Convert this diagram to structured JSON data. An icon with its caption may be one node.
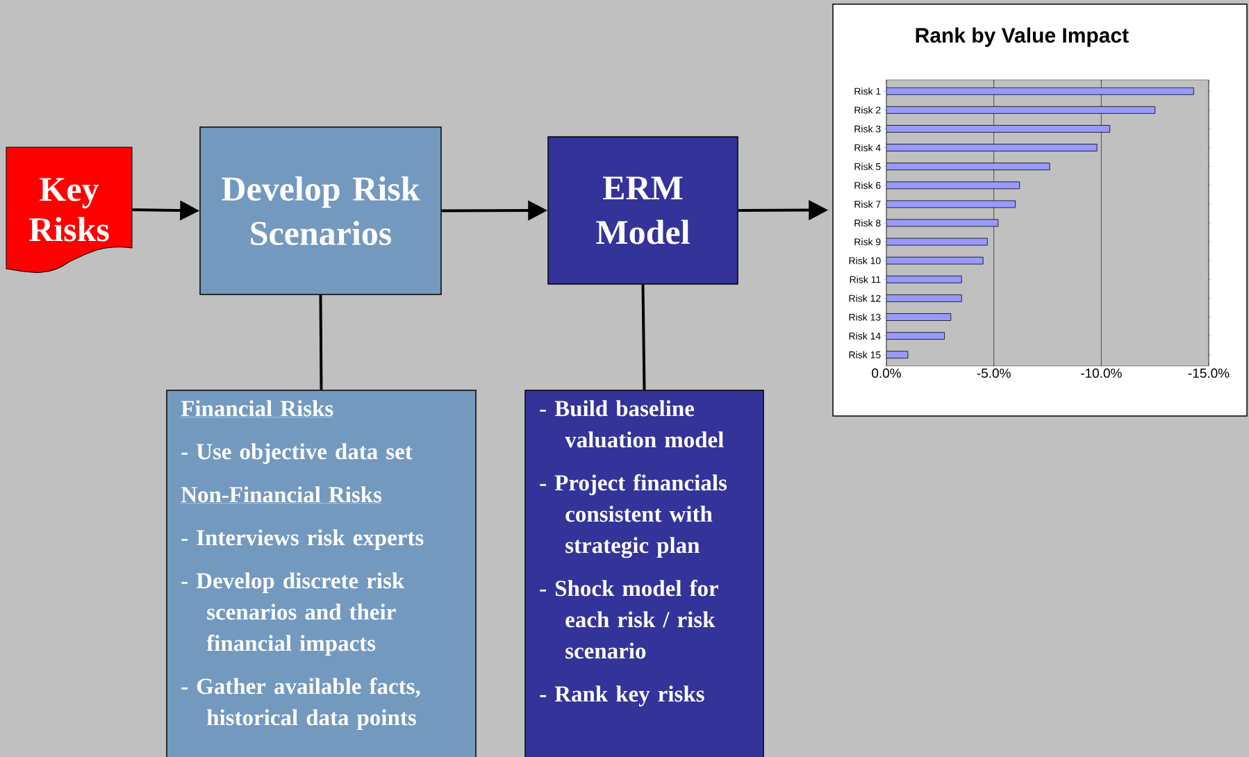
{
  "diagram": {
    "nodes": [
      {
        "text": [
          "Key Risks"
        ]
      },
      {
        "text": [
          "Develop Risk Scenarios"
        ]
      },
      {
        "text": [
          "ERM Model"
        ]
      },
      {
        "text": [
          "Financial Risks",
          "- Use objective data set",
          "Non-Financial Risks",
          "- Interviews risk experts",
          "- Develop discrete risk scenarios and their financial impacts",
          "- Gather available facts, historical data points"
        ]
      },
      {
        "text": [
          "- Build baseline valuation model",
          "- Project financials consistent with strategic plan",
          "- Shock model for each risk / risk scenario",
          "- Rank key risks"
        ]
      },
      {
        "text": [],
        "shape": "box"
      }
    ],
    "edges": [
      {
        "from": 0,
        "to": 1,
        "arrow": "to"
      },
      {
        "from": 1,
        "to": 2,
        "arrow": "to"
      },
      {
        "from": 2,
        "to": 5,
        "arrow": "to"
      },
      {
        "from": 1,
        "to": 3,
        "arrow": "none"
      },
      {
        "from": 2,
        "to": 4,
        "arrow": "none"
      }
    ],
    "chart_data": {
      "type": "bar",
      "orientation": "horizontal",
      "title": "Rank by Value Impact",
      "categories": [
        "Risk 1",
        "Risk 2",
        "Risk 3",
        "Risk 4",
        "Risk 5",
        "Risk 6",
        "Risk 7",
        "Risk 8",
        "Risk 9",
        "Risk 10",
        "Risk 11",
        "Risk 12",
        "Risk 13",
        "Risk 14",
        "Risk 15"
      ],
      "series": [
        {
          "color": "#9999ff",
          "values": [
            -14.3,
            -12.5,
            -10.4,
            -9.8,
            -7.6,
            -6.2,
            -6.0,
            -5.2,
            -4.7,
            -4.5,
            -3.5,
            -3.5,
            -3.0,
            -2.7,
            -1.0
          ]
        }
      ],
      "xlim": [
        0,
        -15
      ],
      "xticks": [
        {
          "value": 0,
          "label": "0.0%"
        },
        {
          "value": -5,
          "label": "-5.0%"
        },
        {
          "value": -10,
          "label": "-10.0%"
        },
        {
          "value": -15,
          "label": "-15.0%"
        }
      ]
    }
  }
}
